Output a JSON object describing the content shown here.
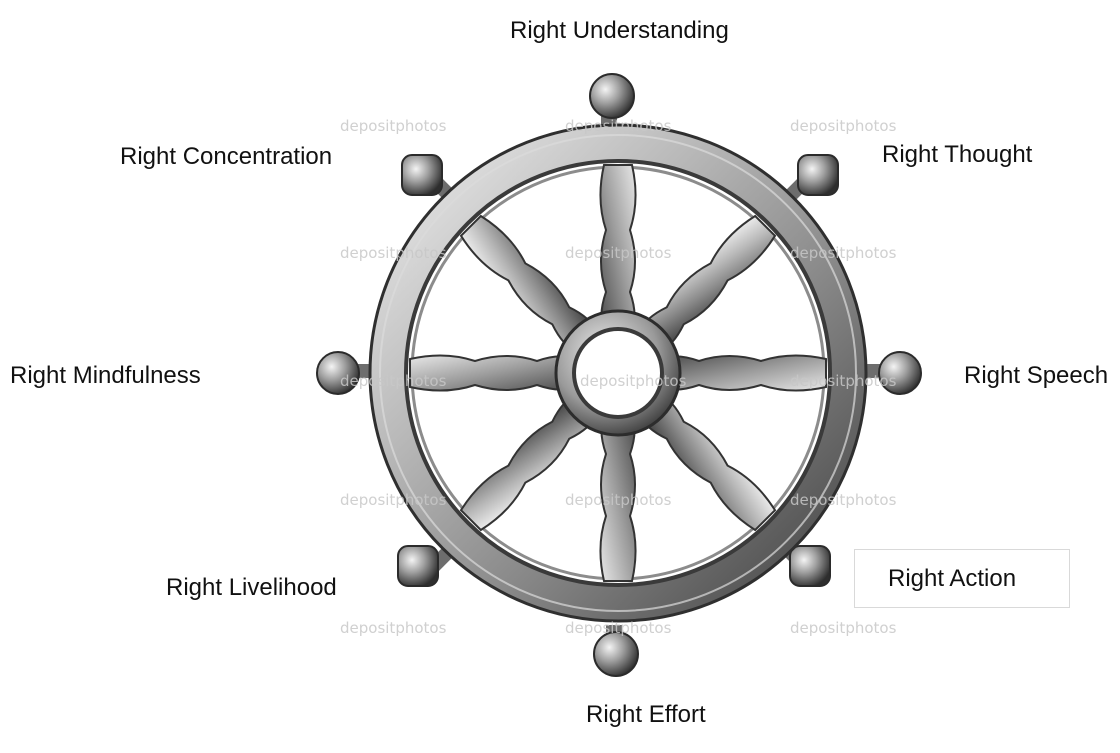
{
  "labels": {
    "top": "Right Understanding",
    "top_left": "Right Concentration",
    "top_right": "Right Thought",
    "left": "Right Mindfulness",
    "right": "Right Speech",
    "bottom_left": "Right Livelihood",
    "bottom_right": "Right Action",
    "bottom": "Right Effort"
  },
  "watermark": "depositphotos",
  "colors": {
    "metal_light": "#e6e6e6",
    "metal_mid": "#9a9a9a",
    "metal_dark": "#3c3c3c",
    "background": "#ffffff"
  }
}
